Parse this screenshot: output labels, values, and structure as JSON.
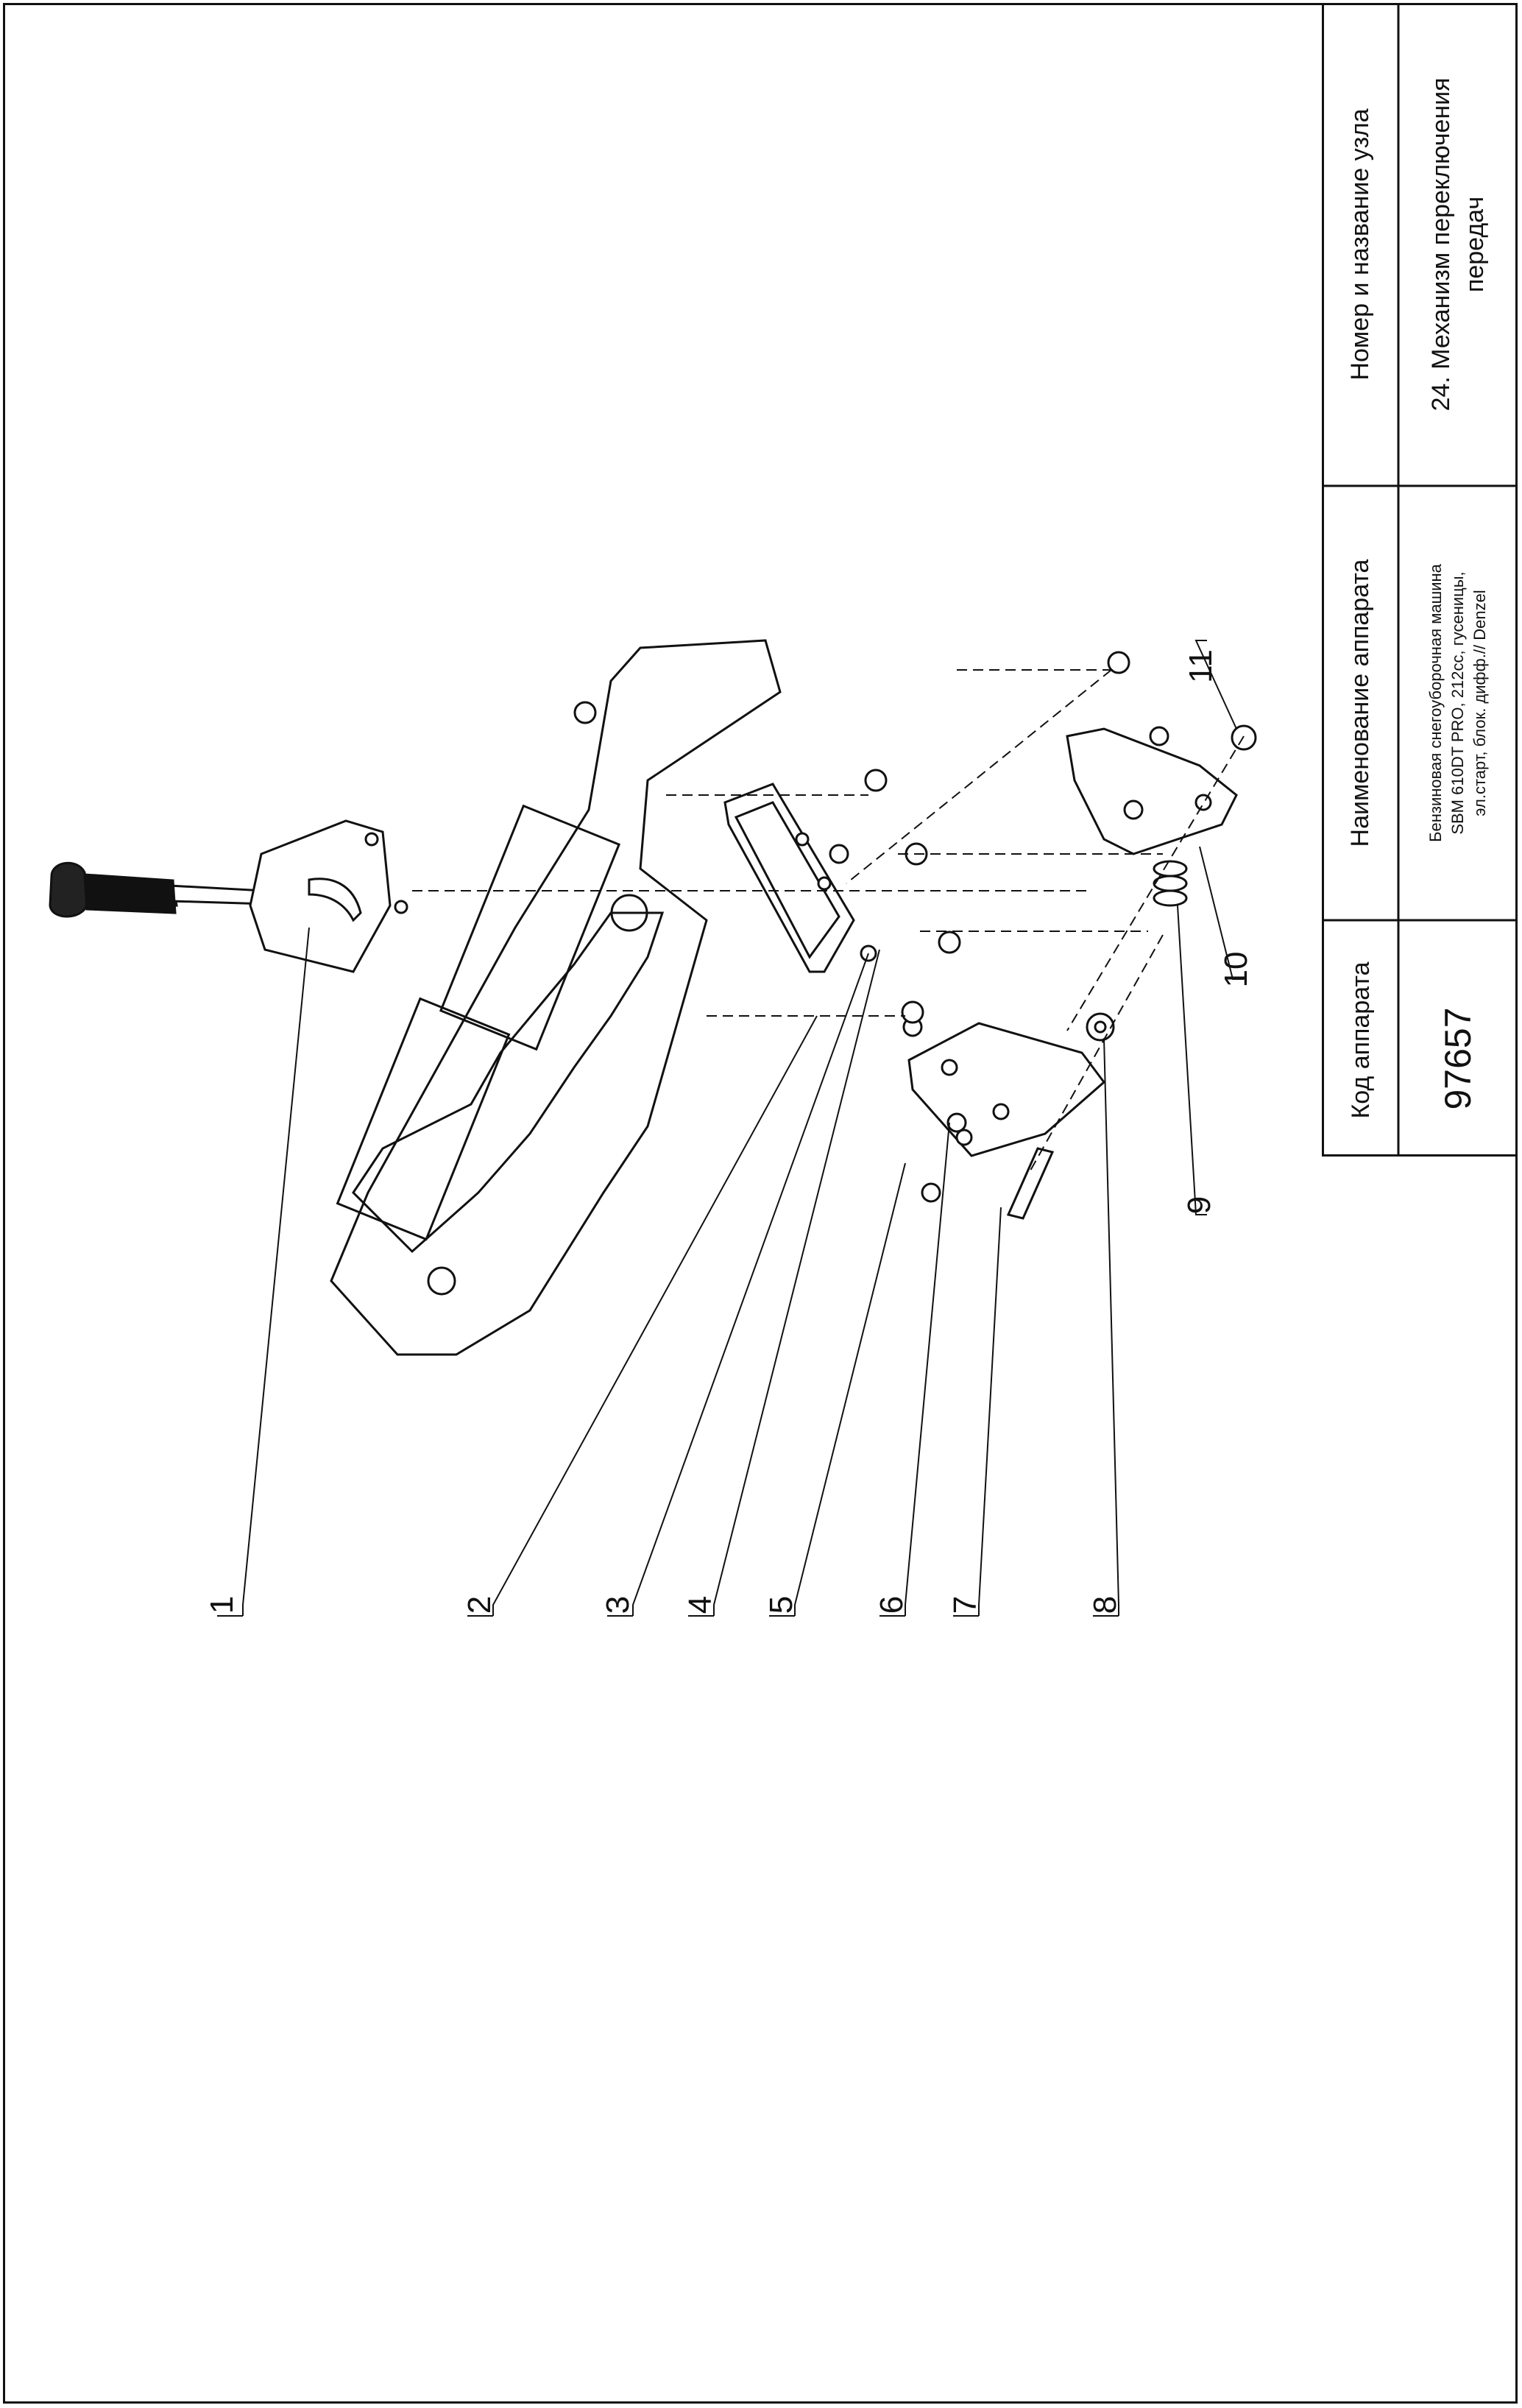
{
  "title_block": {
    "code_header": "Код аппарата",
    "code_value": "97657",
    "device_header": "Наименование аппарата",
    "device_value_lines": [
      "Бензиновая снегоуборочная машина",
      "SBM 610DT PRO, 212cc, гусеницы,",
      "эл.старт, блок. дифф.// Denzel"
    ],
    "assembly_header": "Номер и название узла",
    "assembly_value_lines": [
      "24. Механизм переключения",
      "передач"
    ]
  },
  "callouts": [
    "1",
    "2",
    "3",
    "4",
    "5",
    "6",
    "7",
    "8",
    "9",
    "10",
    "11"
  ]
}
